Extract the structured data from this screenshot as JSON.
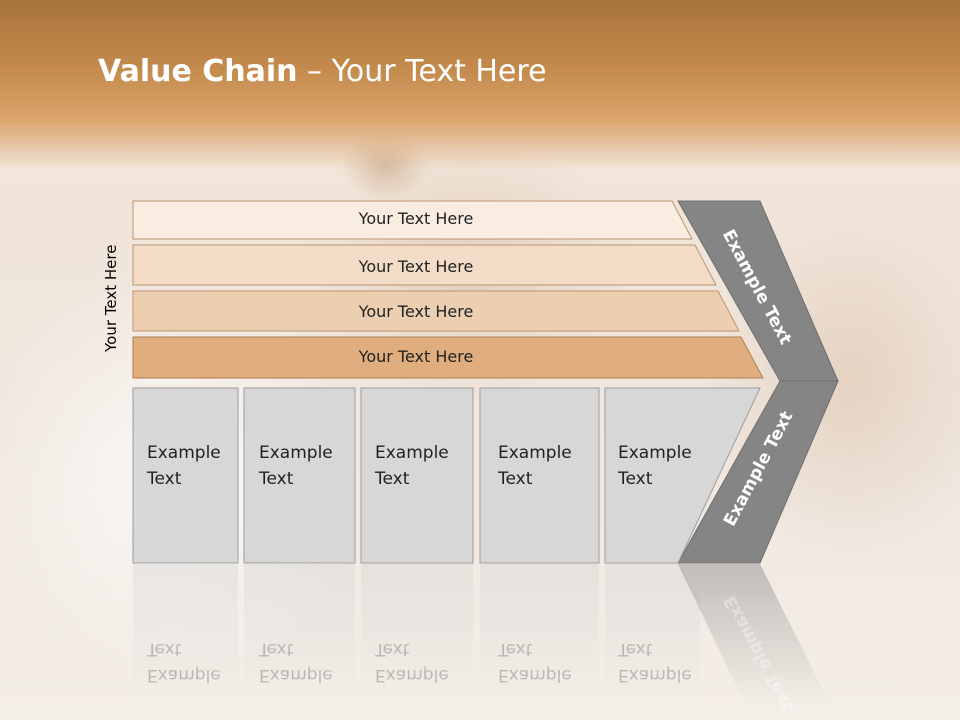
{
  "slide": {
    "title_bold": "Value Chain",
    "title_rest": " – Your Text Here",
    "side_label": "Your Text Here",
    "rows": [
      {
        "label": "Your Text Here"
      },
      {
        "label": "Your Text Here"
      },
      {
        "label": "Your Text Here"
      },
      {
        "label": "Your Text Here"
      }
    ],
    "boxes": [
      {
        "line1": "Example",
        "line2": "Text"
      },
      {
        "line1": "Example",
        "line2": "Text"
      },
      {
        "line1": "Example",
        "line2": "Text"
      },
      {
        "line1": "Example",
        "line2": "Text"
      },
      {
        "line1": "Example",
        "line2": "Text"
      }
    ],
    "chevron_top_text": "Example Text",
    "chevron_bottom_text": "Example Text",
    "colors": {
      "row1": "#f9ece1",
      "row2": "#f3dcc7",
      "row3": "#eccfb1",
      "row4": "#e0ae7e",
      "box": "#d7d7d7",
      "chevron": "#858585"
    }
  }
}
